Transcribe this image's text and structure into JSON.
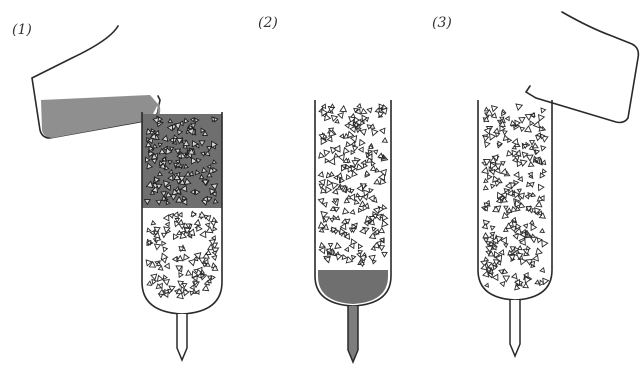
{
  "panels": [
    {
      "label": "(1)"
    },
    {
      "label": "(2)"
    },
    {
      "label": "(3)"
    }
  ],
  "colors": {
    "ink": "#2a2a2a",
    "liquid": "#8f8f8f",
    "liquid_dark": "#6f6f6f",
    "paper": "#ffffff"
  }
}
